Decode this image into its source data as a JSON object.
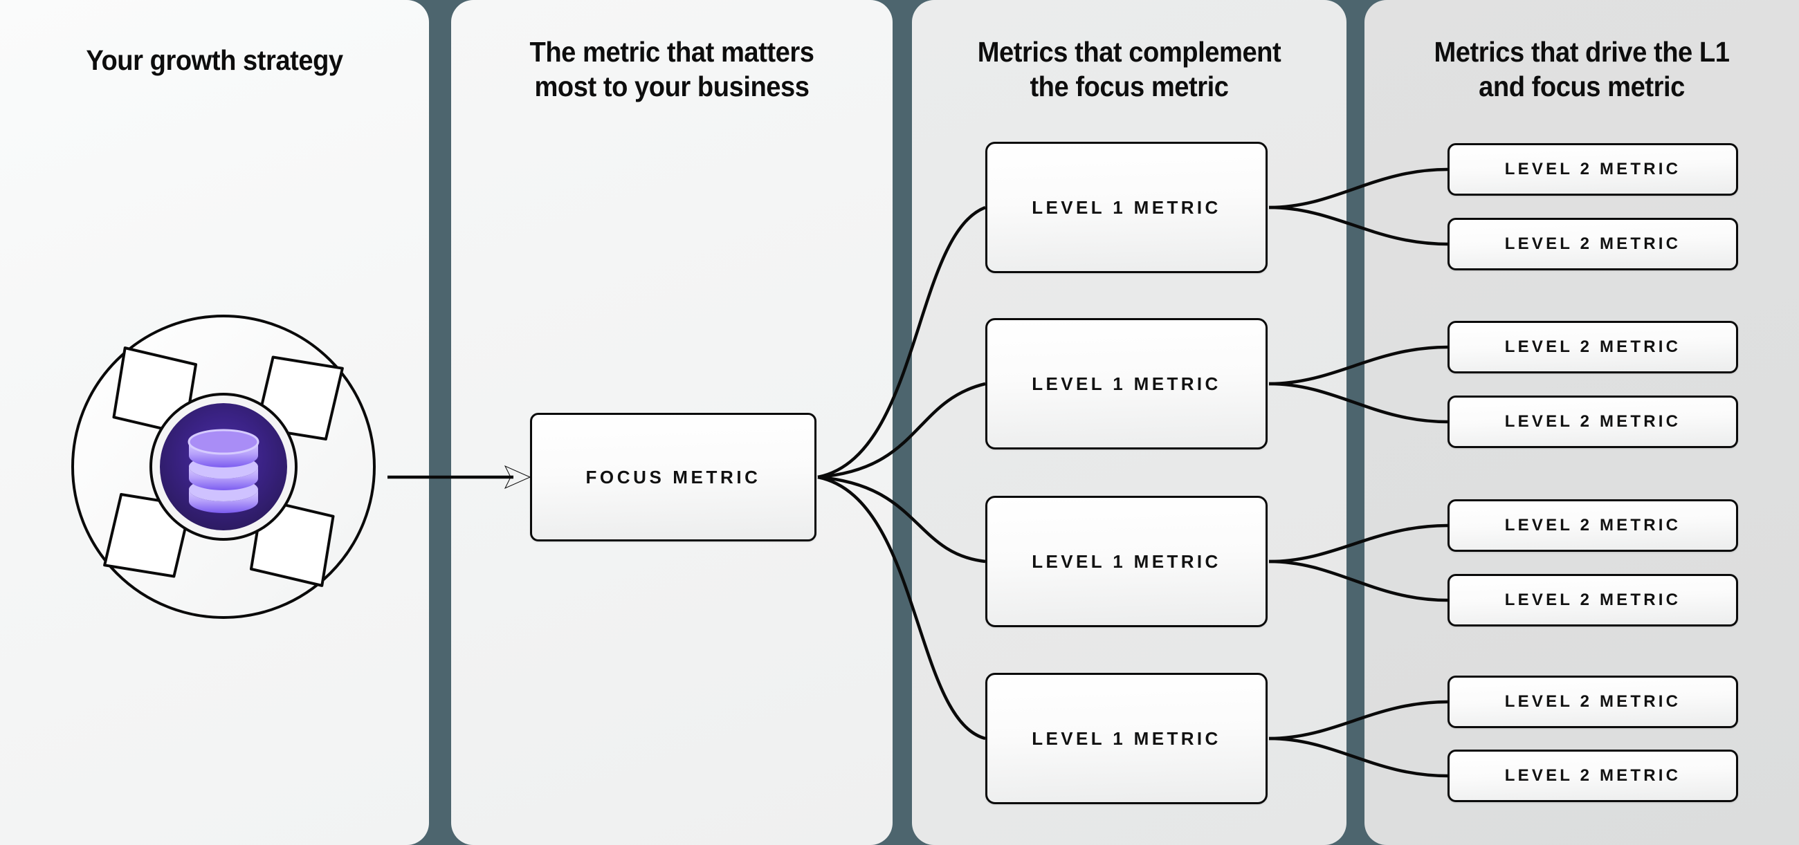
{
  "theme": {
    "divider_color": "#4d656e",
    "page_background": "#dcdcdc",
    "box_border": "#0a0a0a",
    "accent_purple": "#6d4ae0",
    "accent_purple_dark": "#2e1a66",
    "icon_light": "#c9bdf7"
  },
  "columns": [
    {
      "id": "growth-strategy",
      "header": "Your growth strategy"
    },
    {
      "id": "focus-metric",
      "header": "The metric that matters\nmost to your business"
    },
    {
      "id": "level-1-metrics",
      "header": "Metrics that complement\nthe focus metric"
    },
    {
      "id": "level-2-metrics",
      "header": "Metrics that drive the L1\nand focus metric"
    }
  ],
  "strategy": {
    "icon_name": "aperture-database-icon",
    "inner_icon": "database-stack-icon"
  },
  "focus": {
    "label": "FOCUS METRIC"
  },
  "level1": [
    {
      "label": "LEVEL 1 METRIC"
    },
    {
      "label": "LEVEL 1 METRIC"
    },
    {
      "label": "LEVEL 1 METRIC"
    },
    {
      "label": "LEVEL 1 METRIC"
    }
  ],
  "level2": [
    {
      "label": "LEVEL 2 METRIC"
    },
    {
      "label": "LEVEL 2 METRIC"
    },
    {
      "label": "LEVEL 2 METRIC"
    },
    {
      "label": "LEVEL 2 METRIC"
    },
    {
      "label": "LEVEL 2 METRIC"
    },
    {
      "label": "LEVEL 2 METRIC"
    },
    {
      "label": "LEVEL 2 METRIC"
    },
    {
      "label": "LEVEL 2 METRIC"
    }
  ]
}
